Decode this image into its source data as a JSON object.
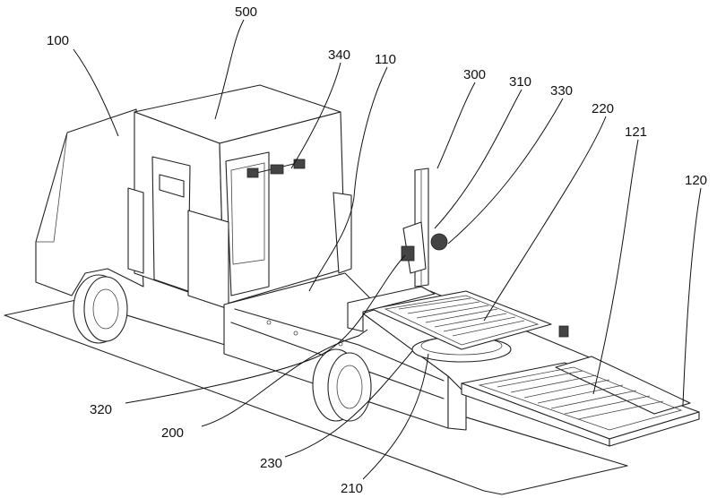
{
  "labels": {
    "l100": "100",
    "l500": "500",
    "l340": "340",
    "l110": "110",
    "l300": "300",
    "l310": "310",
    "l330": "330",
    "l220": "220",
    "l121": "121",
    "l120": "120",
    "l320": "320",
    "l200": "200",
    "l230": "230",
    "l210": "210"
  }
}
